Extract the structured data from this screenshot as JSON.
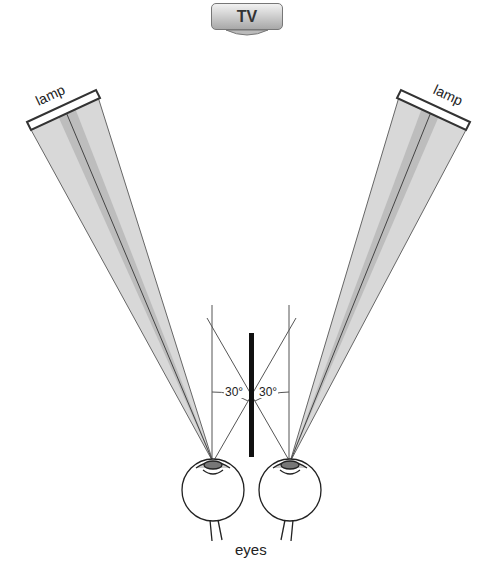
{
  "diagram": {
    "nodes": [
      {
        "text": [
          "TV"
        ]
      }
    ],
    "labels": [
      "lamp",
      "lamp",
      "30°",
      "30°",
      "eyes"
    ]
  }
}
